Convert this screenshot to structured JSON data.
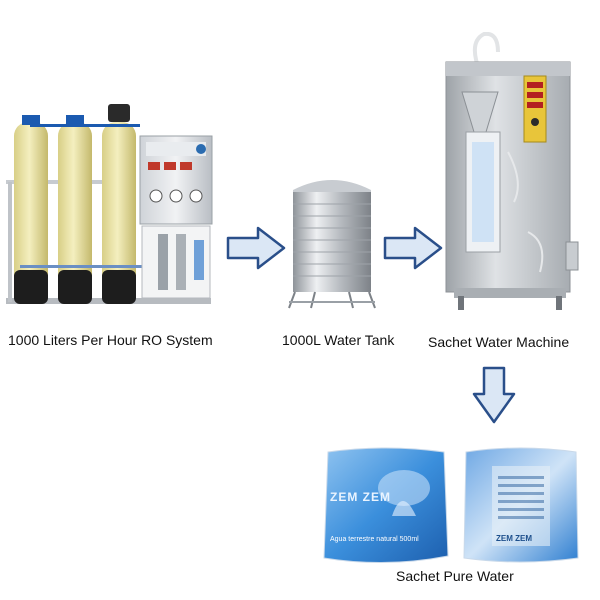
{
  "steps": [
    {
      "label": "1000 Liters Per Hour RO System",
      "icon": "ro-system-illustration"
    },
    {
      "label": "1000L Water Tank",
      "icon": "water-tank-illustration"
    },
    {
      "label": "Sachet Water Machine",
      "icon": "sachet-machine-illustration"
    },
    {
      "label": "Sachet Pure Water",
      "icon": "sachet-bags-illustration"
    }
  ],
  "bag_front": {
    "brand": "ZEM ZEM",
    "line": "Agua terrestre natural 500ml"
  },
  "bag_back": {
    "brand": "ZEM ZEM"
  },
  "colors": {
    "arrow_fill": "#dbe7f5",
    "arrow_stroke": "#2a4f8a",
    "fiberglass": "#e9e3a6",
    "steel": "#c9ccd0",
    "water_blue": "#2f7fd1"
  }
}
